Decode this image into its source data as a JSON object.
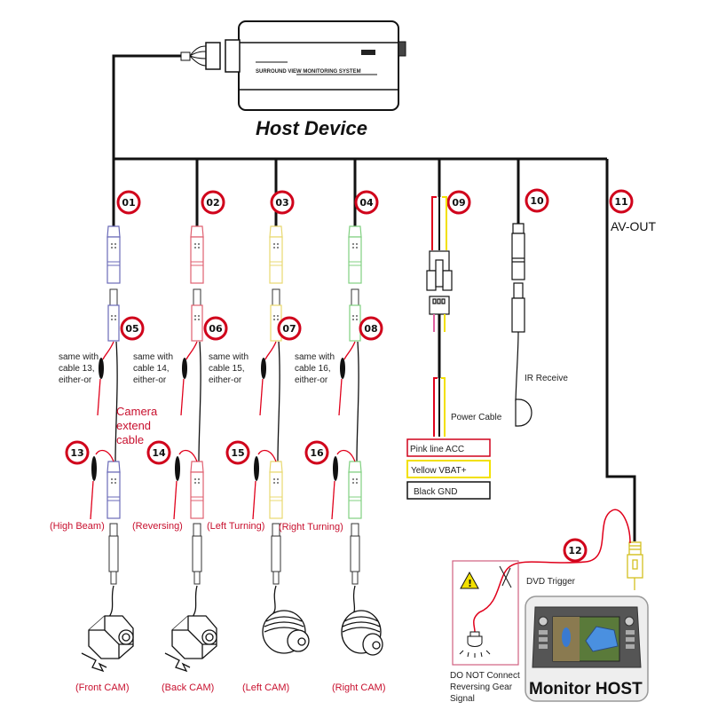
{
  "host": {
    "title": "Host Device",
    "system_label": "SURROUND VIEW MONITORING SYSTEM"
  },
  "colors": {
    "badge_ring": "#d0021b",
    "label_red": "#c8102e",
    "wire_black": "#111111",
    "wire_red": "#e0001b",
    "wire_yellow": "#f2e000",
    "conn_blue": "#6a6ab8",
    "conn_red": "#e06070",
    "conn_yellow": "#e8d870",
    "conn_green": "#80d080",
    "warn_box": "#d06080"
  },
  "badges": {
    "b01": "01",
    "b02": "02",
    "b03": "03",
    "b04": "04",
    "b05": "05",
    "b06": "06",
    "b07": "07",
    "b08": "08",
    "b09": "09",
    "b10": "10",
    "b11": "11",
    "b12": "12",
    "b13": "13",
    "b14": "14",
    "b15": "15",
    "b16": "16"
  },
  "notes": {
    "n1": [
      "same with",
      "cable 13,",
      "either-or"
    ],
    "n2": [
      "same with",
      "cable 14,",
      "either-or"
    ],
    "n3": [
      "same with",
      "cable 15,",
      "either-or"
    ],
    "n4": [
      "same with",
      "cable 16,",
      "either-or"
    ],
    "extend": [
      "Camera",
      "extend",
      "cable"
    ]
  },
  "signals": {
    "s13": "(High Beam)",
    "s14": "(Reversing)",
    "s15": "(Left Turning)",
    "s16": "(Right Turning)"
  },
  "cameras": {
    "front": "(Front CAM)",
    "back": "(Back CAM)",
    "left": "(Left CAM)",
    "right": "(Right CAM)"
  },
  "power": {
    "cable_label": "Power Cable",
    "acc": "Pink line ACC",
    "vbat": "Yellow VBAT+",
    "gnd": "Black GND"
  },
  "ir": {
    "label": "IR Receive"
  },
  "av": {
    "label": "AV-OUT"
  },
  "trigger": {
    "label": "DVD Trigger",
    "warning": [
      "DO NOT Connect",
      "Reversing Gear",
      "Signal"
    ]
  },
  "monitor": {
    "label": "Monitor  HOST"
  }
}
